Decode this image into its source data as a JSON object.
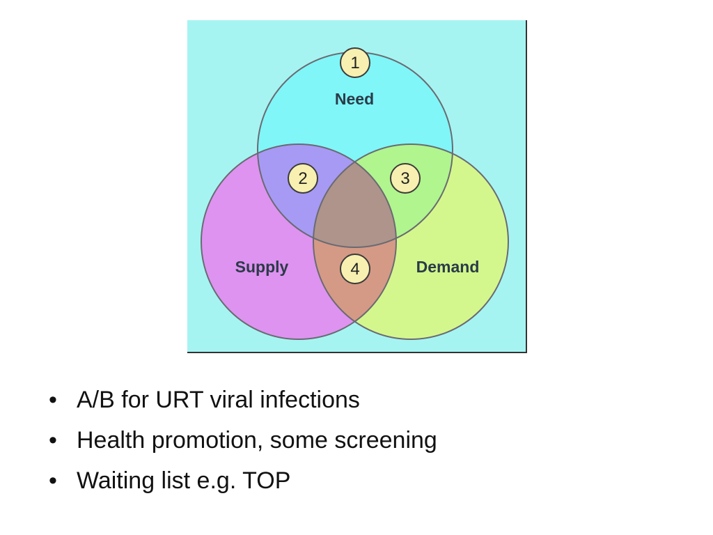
{
  "diagram": {
    "background_color": "#a6f4f2",
    "circles": [
      {
        "id": "need",
        "label": "Need",
        "color": "#80f6f8"
      },
      {
        "id": "supply",
        "label": "Supply",
        "color": "#de93f0"
      },
      {
        "id": "demand",
        "label": "Demand",
        "color": "#d4f78d"
      }
    ],
    "overlap_colors": {
      "need_supply": "#a79af4",
      "need_demand": "#b0f58e",
      "supply_demand": "#d49a86",
      "center": "#ae948b"
    },
    "badge_color": "#f8f0b0",
    "region_numbers": [
      "1",
      "2",
      "3",
      "4"
    ]
  },
  "bullets": {
    "marker": "•",
    "items": [
      "A/B for URT viral infections",
      "Health promotion, some screening",
      "Waiting list e.g. TOP"
    ]
  }
}
